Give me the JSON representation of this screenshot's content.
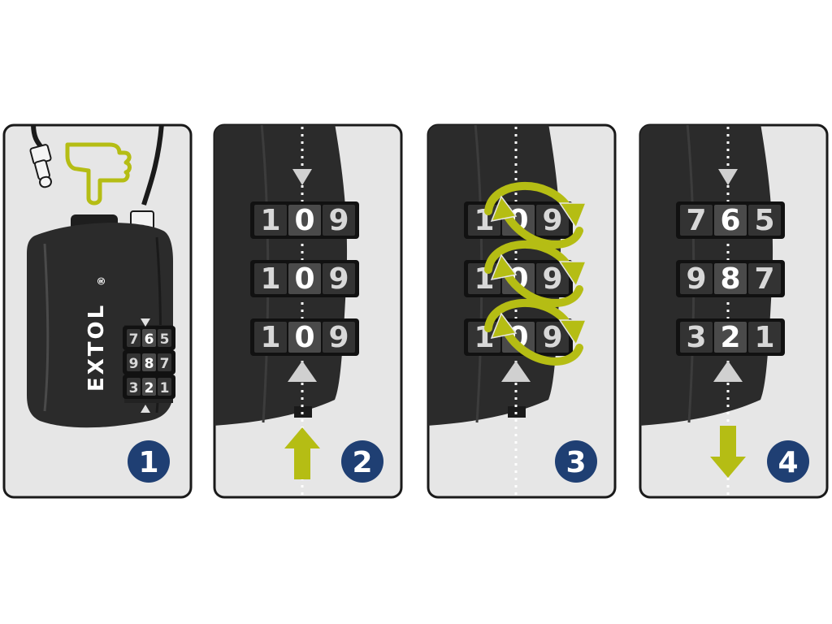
{
  "colors": {
    "panel_bg": "#e6e6e6",
    "panel_border": "#1a1a1a",
    "body_dark": "#2b2b2b",
    "accent_green": "#b5bd14",
    "badge_blue": "#1f3f73",
    "digit_white": "#ffffff"
  },
  "steps": [
    {
      "number": "1",
      "brand": "EXTOL",
      "trademark": "®",
      "wheels": [
        [
          "7",
          "6",
          "5"
        ],
        [
          "9",
          "8",
          "7"
        ],
        [
          "3",
          "2",
          "1"
        ]
      ]
    },
    {
      "number": "2",
      "arrow": "up-arrow-icon",
      "wheels": [
        [
          "1",
          "0",
          "9"
        ],
        [
          "1",
          "0",
          "9"
        ],
        [
          "1",
          "0",
          "9"
        ]
      ]
    },
    {
      "number": "3",
      "arrow": "rotate-arrows-icon",
      "wheels": [
        [
          "1",
          "0",
          "9"
        ],
        [
          "1",
          "0",
          "9"
        ],
        [
          "1",
          "0",
          "9"
        ]
      ]
    },
    {
      "number": "4",
      "arrow": "down-arrow-icon",
      "wheels": [
        [
          "7",
          "6",
          "5"
        ],
        [
          "9",
          "8",
          "7"
        ],
        [
          "3",
          "2",
          "1"
        ]
      ]
    }
  ]
}
